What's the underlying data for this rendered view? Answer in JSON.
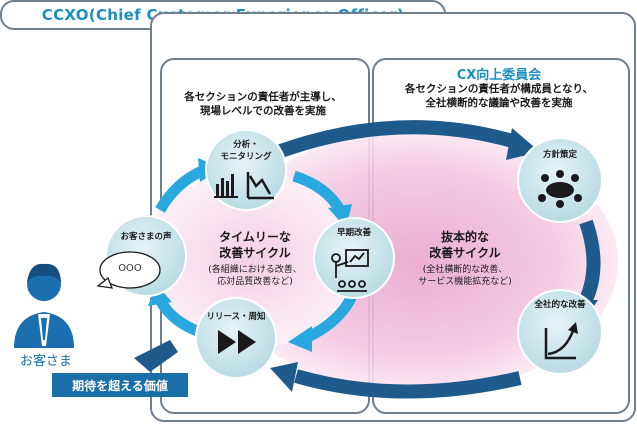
{
  "title": "CCXO(Chief Customer Experience Officer)",
  "left_panel": {
    "desc_line1": "各セクションの責任者が主導し、",
    "desc_line2": "現場レベルでの改善を実施"
  },
  "right_panel": {
    "heading": "CX向上委員会",
    "desc_line1": "各セクションの責任者が構成員となり、",
    "desc_line2": "全社横断的な議論や改善を実施"
  },
  "inner_cycle": {
    "title_line1": "タイムリーな",
    "title_line2": "改善サイクル",
    "sub_line1": "(各組織における改善、",
    "sub_line2": "応対品質改善など)"
  },
  "outer_cycle": {
    "title_line1": "抜本的な",
    "title_line2": "改善サイクル",
    "sub_line1": "(全社横断的な改善、",
    "sub_line2": "サービス機能拡充など)"
  },
  "nodes": {
    "analysis_line1": "分析・",
    "analysis_line2": "モニタリング",
    "early": "早期改善",
    "release": "リリース・周知",
    "voice": "お客さまの声",
    "policy": "方針策定",
    "company": "全社的な改善"
  },
  "speech_bubble": "OOO",
  "customer_label": "お客さま",
  "value_badge": "期待を超える価値",
  "colors": {
    "accent_blue": "#1c8ec1",
    "dark_blue": "#1f5a8c",
    "light_blue_arrow": "#29a8e0",
    "node_fill": "#cfe7ee",
    "pink": "#f3c6df",
    "badge": "#1b6fa8",
    "frame": "#6f7f8e"
  }
}
